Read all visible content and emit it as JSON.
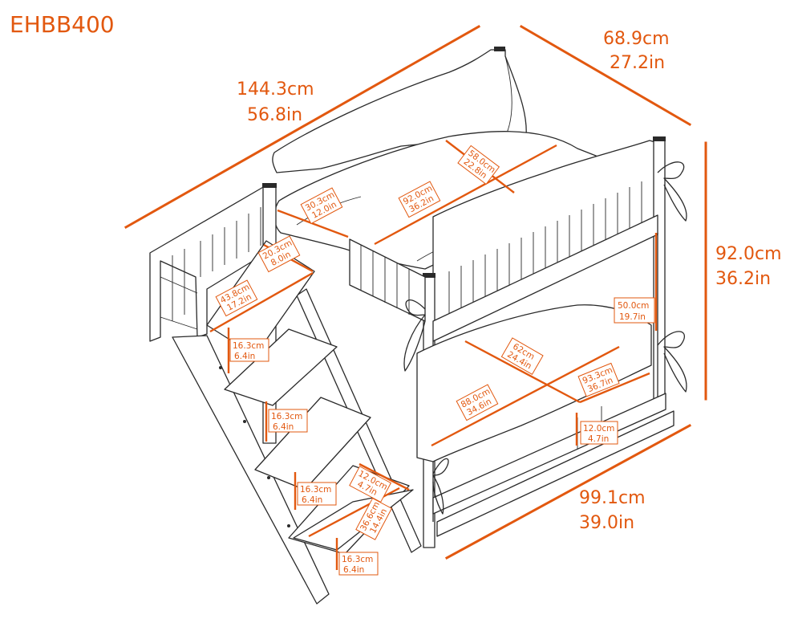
{
  "title": "EHBB400",
  "colors": {
    "accent": "#e2580f",
    "line": "#2a2a2a",
    "background": "#ffffff"
  },
  "dimensions": {
    "length": {
      "cm": "144.3cm",
      "in": "56.8in"
    },
    "width": {
      "cm": "68.9cm",
      "in": "27.2in"
    },
    "height": {
      "cm": "92.0cm",
      "in": "36.2in"
    },
    "bottom_length": {
      "cm": "99.1cm",
      "in": "39.0in"
    },
    "top_mattress_width": {
      "cm": "58.0cm",
      "in": "22.8in"
    },
    "top_mattress_length": {
      "cm": "92.0cm",
      "in": "36.2in"
    },
    "top_gap": {
      "cm": "30.3cm",
      "in": "12.0in"
    },
    "platform_depth": {
      "cm": "20.3cm",
      "in": "8.0in"
    },
    "platform_width": {
      "cm": "43.8cm",
      "in": "17.2in"
    },
    "bunk_clearance": {
      "cm": "50.0cm",
      "in": "19.7in"
    },
    "bottom_width": {
      "cm": "62cm",
      "in": "24.4in"
    },
    "bottom_diagonal": {
      "cm": "93.3cm",
      "in": "36.7in"
    },
    "bottom_mattress_length": {
      "cm": "88.0cm",
      "in": "34.6in"
    },
    "base_height": {
      "cm": "12.0cm",
      "in": "4.7in"
    },
    "step_rise_1": {
      "cm": "16.3cm",
      "in": "6.4in"
    },
    "step_rise_2": {
      "cm": "16.3cm",
      "in": "6.4in"
    },
    "step_rise_3": {
      "cm": "16.3cm",
      "in": "6.4in"
    },
    "step_rise_4": {
      "cm": "16.3cm",
      "in": "6.4in"
    },
    "step_depth": {
      "cm": "12.0cm",
      "in": "4.7in"
    },
    "step_width": {
      "cm": "36.6cm",
      "in": "14.4in"
    }
  }
}
